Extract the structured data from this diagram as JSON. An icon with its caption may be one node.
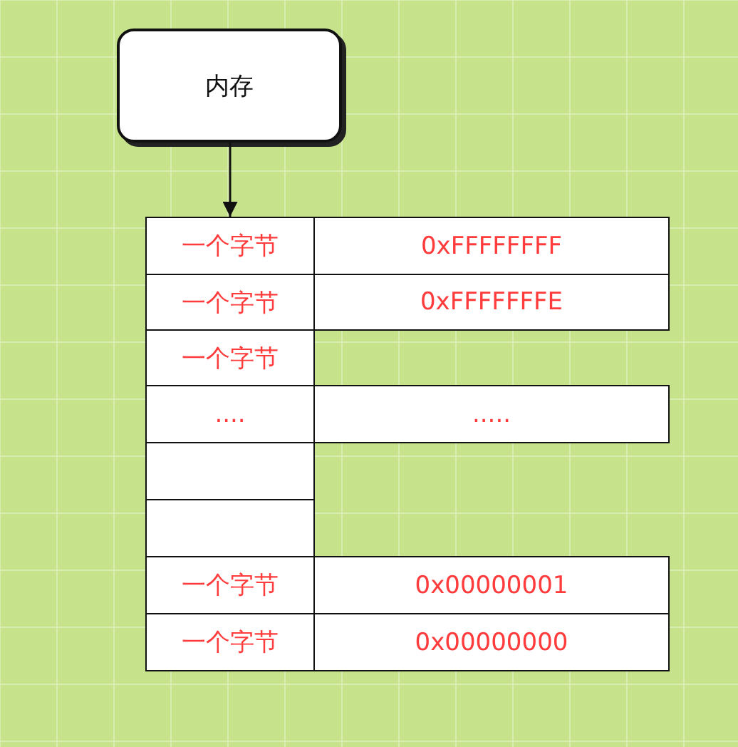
{
  "diagram": {
    "nodes": [
      {
        "text": [
          "内存"
        ]
      },
      {
        "text": [
          "一个字节"
        ]
      },
      {
        "text": [
          "0xFFFFFFFF"
        ]
      },
      {
        "text": [
          "一个字节"
        ]
      },
      {
        "text": [
          "0xFFFFFFFE"
        ]
      },
      {
        "text": [
          "一个字节"
        ]
      },
      {
        "text": [
          "...."
        ]
      },
      {
        "text": [
          "....."
        ]
      },
      {
        "text": [],
        "shape": "box"
      },
      {
        "text": [],
        "shape": "box"
      },
      {
        "text": [
          "一个字节"
        ]
      },
      {
        "text": [
          "0x00000001"
        ]
      },
      {
        "text": [
          "一个字节"
        ]
      },
      {
        "text": [
          "0x00000000"
        ]
      }
    ],
    "edges": [
      {
        "from": 0,
        "to": 1,
        "arrow": "to"
      }
    ]
  }
}
